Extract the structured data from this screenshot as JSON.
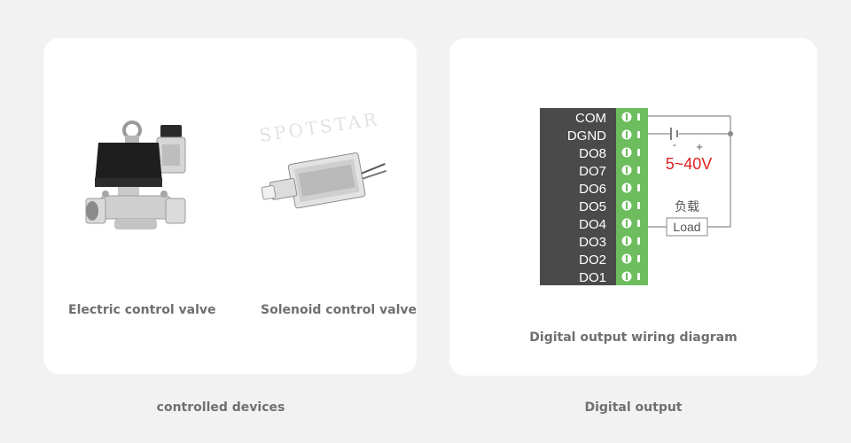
{
  "devices": {
    "valve_caption": "Electric control valve",
    "solenoid_caption": "Solenoid control valve",
    "watermark": "SPOTSTAR"
  },
  "diagram": {
    "caption": "Digital output wiring diagram",
    "terminals": [
      "COM",
      "DGND",
      "DO8",
      "DO7",
      "DO6",
      "DO5",
      "DO4",
      "DO3",
      "DO2",
      "DO1"
    ],
    "voltage_label": "5~40V",
    "polarity_minus": "-",
    "polarity_plus": "+",
    "load_chinese": "负载",
    "load_label": "Load",
    "colors": {
      "terminal_panel": "#4a4a4a",
      "terminal_block": "#6dbd5e",
      "voltage": "#e02020",
      "wire": "#8a8a8a"
    }
  },
  "sections": {
    "left_label": "controlled devices",
    "right_label": "Digital output"
  }
}
